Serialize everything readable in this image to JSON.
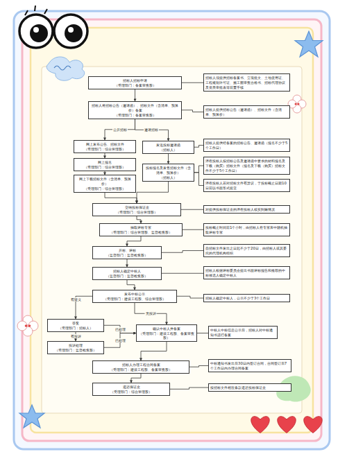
{
  "diagram": {
    "nodes": [
      {
        "text": [
          "招标人招标申请",
          "（受理部门：备案审查股）"
        ]
      },
      {
        "text": [
          "招标人须提供招标备案书、立项批文、土地使用证、工程规划许可证、施工图审查合格书、招标代理协议及资质审批表等前置手续"
        ]
      },
      {
        "text": [
          "招标人将招标公告（邀请函）、招标文件（含清单、预算价）备案",
          "（受理部门：备案审查股）"
        ]
      },
      {
        "text": [
          "招标人提供招标公告（邀请函）、招标文件（含清单、预算价）"
        ]
      },
      {
        "text": [
          "网上发布公告、招标文件",
          "（受理部门：综合管理股）"
        ]
      },
      {
        "text": [
          "发送投标邀请函",
          "（招标人）"
        ]
      },
      {
        "text": [
          "招标人提供经备案的招标公告、邀请函（报名不少于5个工作日）"
        ]
      },
      {
        "text": [
          "网上报名",
          "（受理部门：综合管理股）"
        ]
      },
      {
        "text": [
          "网上下载招标文件（含清单、预算价）",
          "（受理部门：综合管理股）"
        ]
      },
      {
        "text": [
          "投标报名及发售招标文件（含清单、预算价）",
          "（招标人）"
        ]
      },
      {
        "text": [
          "潜在投标人按招标公告及邀请函中要求的材料报名及下载（购买）招标文件（报名及下载（购买）招标文件不少于5个工作日）"
        ]
      },
      {
        "text": [
          "潜在投标人若对招标文件有异议，于投标截止日期10日前以书面形式提交"
        ]
      },
      {
        "text": [
          "交纳投标保证金",
          "（受理部门：综合管理股）"
        ]
      },
      {
        "text": [
          "对提供投标保证金的潜在投标人核实到账情况"
        ]
      },
      {
        "text": [
          "抽取评标专家",
          "（受理部门：综合管理股、监督检查股）"
        ]
      },
      {
        "text": [
          "投标截止时间前1个小时，由招标人在专家库中随机抽取评标专家"
        ]
      },
      {
        "text": [
          "开标、评标",
          "（监督部门：监督检查股）"
        ]
      },
      {
        "text": [
          "自招标文件发出之日起不少于20日，由招标人或其委托的代理机构组织"
        ]
      },
      {
        "text": [
          "招标人确定中标人",
          "（监督部门：监督检查股）"
        ]
      },
      {
        "text": [
          "招标人根据评标委员会提出书面评标报告和推荐的中标候选人确定中标人"
        ]
      },
      {
        "text": [
          "发布中标公示",
          "（受理部门：建设工程股、综合管理股）"
        ]
      },
      {
        "text": [
          "招标人确定中标人，公示不少于3个工作日"
        ]
      },
      {
        "text": [
          "答复",
          "（受理部门：招标人）"
        ]
      },
      {
        "text": [
          "投诉处理",
          "（受理部门：监督检查股）"
        ]
      },
      {
        "text": [
          "确认中标人并备案",
          "（受理部门：建设工程股、备案审查股）"
        ]
      },
      {
        "text": [
          "中标人中标信息公示后，招标人对中标通知书进行备案"
        ]
      },
      {
        "text": [
          "招标人办理工程合同备案",
          "（受理部门：建设工程股、备案审查股）"
        ]
      },
      {
        "text": [
          "中标通知书发出后30日内签订合同，合同签订后7个工作日内办理合同备案"
        ]
      },
      {
        "text": [
          "退还保证金",
          "（受理部门：综合管理股）"
        ]
      },
      {
        "text": [
          "按招标文件相应条款退还投标保证金"
        ]
      }
    ],
    "edges": [
      {
        "from": 0,
        "to": 2,
        "arrow": "to"
      },
      {
        "from": 2,
        "to": 4,
        "label": "公开招标",
        "arrow": "to"
      },
      {
        "from": 2,
        "to": 5,
        "label": "邀请招标",
        "arrow": "to"
      },
      {
        "from": 4,
        "to": 7,
        "arrow": "to"
      },
      {
        "from": 7,
        "to": 8,
        "arrow": "to"
      },
      {
        "from": 5,
        "to": 9,
        "arrow": "to"
      },
      {
        "from": 8,
        "to": 12,
        "arrow": "to"
      },
      {
        "from": 9,
        "to": 12,
        "arrow": "to"
      },
      {
        "from": 12,
        "to": 14,
        "arrow": "to"
      },
      {
        "from": 14,
        "to": 16,
        "arrow": "to"
      },
      {
        "from": 16,
        "to": 18,
        "arrow": "to"
      },
      {
        "from": 18,
        "to": 20,
        "arrow": "to"
      },
      {
        "from": 20,
        "to": 22,
        "label": "有疑义",
        "arrow": "to"
      },
      {
        "from": 20,
        "to": 24,
        "label": "无投诉",
        "arrow": "to"
      },
      {
        "from": 22,
        "to": 23,
        "label": "有投诉",
        "arrow": "to"
      },
      {
        "from": 22,
        "to": 24,
        "label": "已处理",
        "arrow": "to"
      },
      {
        "from": 23,
        "to": 24,
        "label": "已处理",
        "arrow": "to"
      },
      {
        "from": 24,
        "to": 26,
        "arrow": "to"
      },
      {
        "from": 26,
        "to": 28,
        "arrow": "to"
      },
      {
        "from": 0,
        "to": 1,
        "arrow": "none"
      },
      {
        "from": 2,
        "to": 3,
        "arrow": "none"
      },
      {
        "from": 5,
        "to": 6,
        "arrow": "none"
      },
      {
        "from": 9,
        "to": 10,
        "arrow": "none"
      },
      {
        "from": 9,
        "to": 11,
        "arrow": "none"
      },
      {
        "from": 12,
        "to": 13,
        "arrow": "none"
      },
      {
        "from": 14,
        "to": 15,
        "arrow": "none"
      },
      {
        "from": 16,
        "to": 17,
        "arrow": "none"
      },
      {
        "from": 18,
        "to": 19,
        "arrow": "none"
      },
      {
        "from": 20,
        "to": 21,
        "arrow": "none"
      },
      {
        "from": 24,
        "to": 25,
        "arrow": "none"
      },
      {
        "from": 26,
        "to": 27,
        "arrow": "none"
      },
      {
        "from": 28,
        "to": 29,
        "arrow": "none"
      }
    ]
  }
}
